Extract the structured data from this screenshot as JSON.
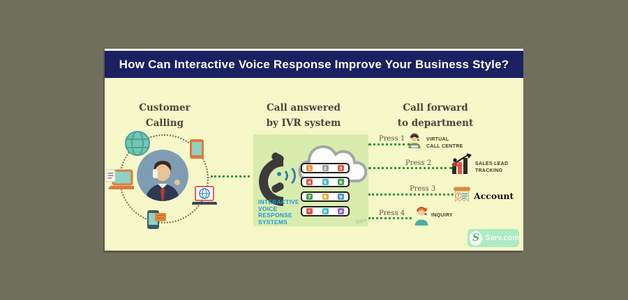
{
  "header": {
    "title": "How Can Interactive Voice Response Improve Your Business Style?"
  },
  "sections": {
    "customer": {
      "heading": [
        "Customer",
        "Calling"
      ]
    },
    "ivr": {
      "heading": [
        "Call answered",
        "by IVR system"
      ],
      "system_label": [
        "INTERACTIVE",
        "VOICE",
        "RESPONSE",
        "SYSTEMS"
      ],
      "keypad": [
        [
          "1",
          "2",
          "3"
        ],
        [
          "4",
          "5",
          "6"
        ],
        [
          "7",
          "8",
          "9"
        ],
        [
          "*",
          "0",
          "#"
        ]
      ]
    },
    "forward": {
      "heading": [
        "Call forward",
        "to department"
      ],
      "rows": [
        {
          "press": "Press 1",
          "dept": [
            "VIRTUAL",
            "CALL CENTRE"
          ]
        },
        {
          "press": "Press 2",
          "dept": [
            "SALES LEAD",
            "TRACKING"
          ]
        },
        {
          "press": "Press 3",
          "dept": [
            "Account"
          ]
        },
        {
          "press": "Press 4",
          "dept": [
            "INQUIRY"
          ]
        }
      ]
    }
  },
  "branding": {
    "logo_letter": "S",
    "logo_text": "Sarv.com",
    "watermark": "Sarv"
  },
  "colors": {
    "outer_bg": "#706e5d",
    "card_bg": "#f7f8c9",
    "header_bg": "#1a2061",
    "header_text": "#fdfdf5",
    "panel_bg": "#d9ecad",
    "dotted_line_green": "#2f9b34",
    "ivr_label_blue": "#1b9cd8",
    "heading_text": "#4b443c"
  }
}
